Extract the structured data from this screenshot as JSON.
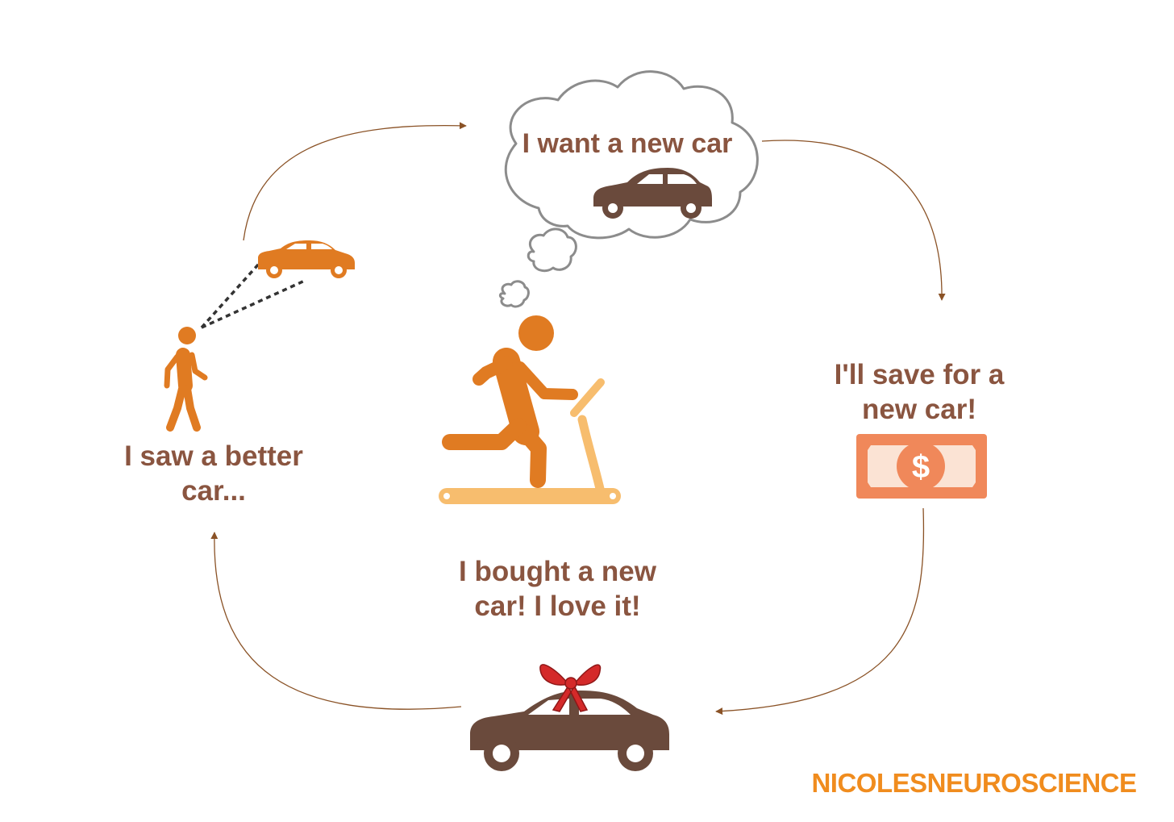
{
  "labels": {
    "want": "I want a new car",
    "save_line1": "I'll save for a",
    "save_line2": "new car!",
    "bought_line1": "I bought a new",
    "bought_line2": "car! I love it!",
    "saw_line1": "I saw a better",
    "saw_line2": "car..."
  },
  "brand": "NICOLESNEUROSCIENCE",
  "money": {
    "symbol": "$"
  },
  "colors": {
    "text": "#8a5540",
    "orange": "#e07b22",
    "light_orange": "#f7bd6e",
    "brown_car": "#6a4a3c",
    "bow_red": "#d42a2a",
    "arrow": "#8a5226",
    "cloud_stroke": "#8c8c8c",
    "money": "#f0885a",
    "brand": "#f08c1e"
  },
  "icons": [
    "thought-cloud-icon",
    "brown-car-icon",
    "runner-icon",
    "treadmill-icon",
    "walking-person-icon",
    "orange-car-icon",
    "money-bill-icon",
    "gift-car-icon",
    "bow-icon",
    "arrow-icon"
  ]
}
